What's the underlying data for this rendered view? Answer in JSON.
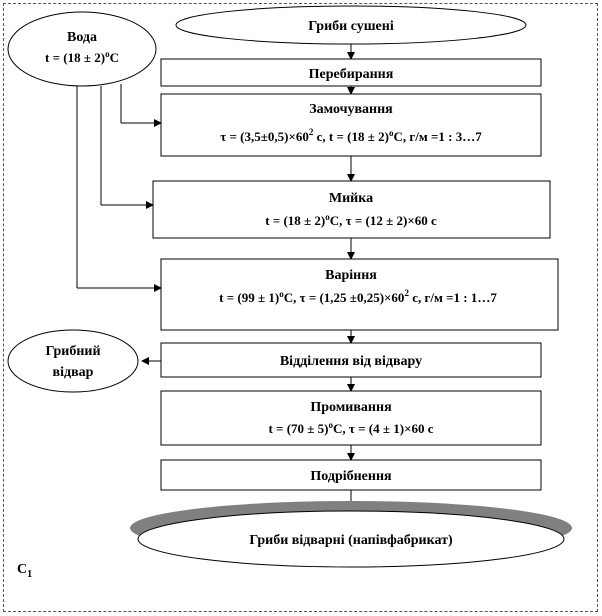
{
  "diagram": {
    "water_title": "Вода",
    "water_temp_main": "t = (18 ± 2)",
    "water_temp_o": "о",
    "water_temp_c": "С",
    "start": "Гриби сушені",
    "step1": "Перебирання",
    "step2_title": "Замочування",
    "step2_p1": "τ = (3,5±0,5)×60",
    "step2_p1_sup": "2",
    "step2_p2": " с, t = (18 ± 2)",
    "step2_o": "о",
    "step2_p3": "С, г/м =1 : 3…7",
    "step3_title": "Мийка",
    "step3_p1": "t = (18 ± 2)",
    "step3_o": "о",
    "step3_p2": "С, τ = (12 ± 2)×60 с",
    "step4_title": "Варіння",
    "step4_p1": "t = (99 ± 1)",
    "step4_o": "о",
    "step4_p2": "С, τ = (1,25 ±0,25)×60",
    "step4_sup": "2",
    "step4_p3": " с, г/м =1 : 1…7",
    "step5": "Відділення від відвару",
    "side_output_1": "Грибний",
    "side_output_2": "відвар",
    "step6_title": "Промивання",
    "step6_p1": "t = (70 ± 5)",
    "step6_o": "о",
    "step6_p2": "С, τ = (4 ± 1)×60 с",
    "step7": "Подрібнення",
    "final": "Гриби відварні (напівфабрикат)",
    "corner_label": "С",
    "corner_sub": "1"
  }
}
